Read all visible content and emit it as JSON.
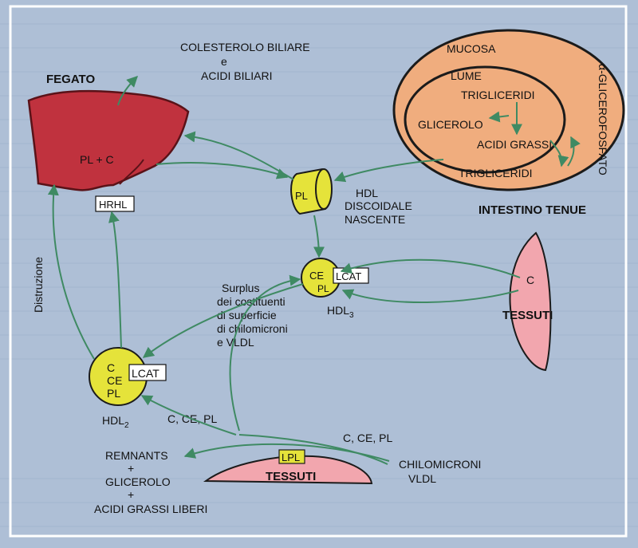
{
  "labels": {
    "colesterolo_biliare": "COLESTEROLO BILIARE",
    "e": "e",
    "acidi_biliari": "ACIDI BILIARI",
    "fegato": "FEGATO",
    "pl_c": "PL + C",
    "hrhl": "HRHL",
    "distruzione": "Distruzione",
    "mucosa": "MUCOSA",
    "lume": "LUME",
    "trigliceridi_1": "TRIGLICERIDI",
    "glicerolo": "GLICEROLO",
    "acidi_grassi": "ACIDI GRASSI",
    "trigliceridi_2": "TRIGLICERIDI",
    "alfa_glicerofosfato": "α-GLICEROFOSFATO",
    "intestino_tenue": "INTESTINO TENUE",
    "pl_disc": "PL",
    "hdl": "HDL",
    "discoidale": "DISCOIDALE",
    "nascente": "NASCENTE",
    "hdl3_ce": "CE",
    "hdl3_pl": "PL",
    "lcat_1": "LCAT",
    "hdl3": "HDL",
    "hdl3_sub": "3",
    "surplus_1": "Surplus",
    "surplus_2": "dei costituenti",
    "surplus_3": "di superficie",
    "surplus_4": "di chilomicroni",
    "surplus_5": "e VLDL",
    "c_tessuti": "C",
    "tessuti_right": "TESSUTI",
    "hdl2_c": "C",
    "hdl2_ce": "CE",
    "hdl2_pl": "PL",
    "lcat_2": "LCAT",
    "hdl2": "HDL",
    "hdl2_sub": "2",
    "c_ce_pl_1": "C, CE, PL",
    "c_ce_pl_2": "C, CE, PL",
    "remnants": "REMNANTS",
    "plus_1": "+",
    "glicerolo_2": "GLICEROLO",
    "plus_2": "+",
    "acidi_grassi_liberi": "ACIDI GRASSI LIBERI",
    "lpl": "LPL",
    "tessuti_bottom": "TESSUTI",
    "chilomicroni": "CHILOMICRONI",
    "vldl": "VLDL"
  },
  "colors": {
    "page_background": "#aebfd6",
    "frame": "#ffffff",
    "liver": "#c0323e",
    "intestine_outer": "#f0ad7e",
    "tissue": "#f2a6ae",
    "hdl_particle": "#e5e33a",
    "arrow": "#3f8a63"
  }
}
